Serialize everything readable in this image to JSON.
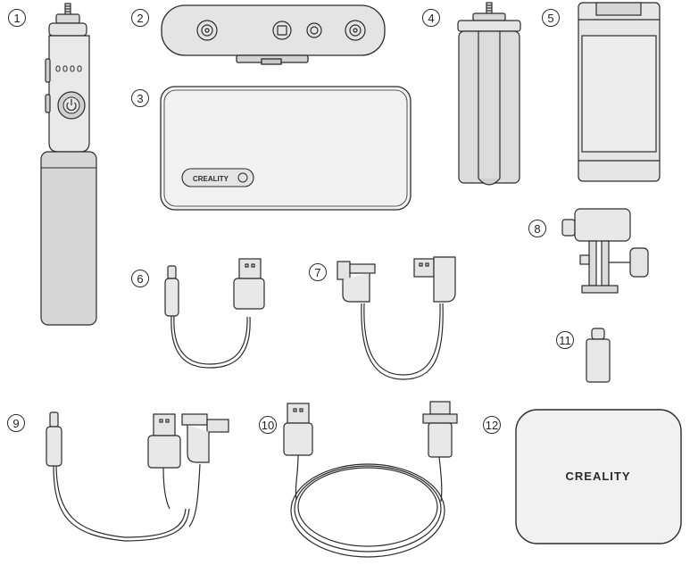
{
  "items": [
    {
      "number": "1",
      "name": "handheld grip with battery"
    },
    {
      "number": "2",
      "name": "3D scanner"
    },
    {
      "number": "3",
      "name": "battery pack"
    },
    {
      "number": "4",
      "name": "mini tripod"
    },
    {
      "number": "5",
      "name": "phone holder"
    },
    {
      "number": "6",
      "name": "USB-A to USB-C cable"
    },
    {
      "number": "7",
      "name": "right-angle USB cable"
    },
    {
      "number": "8",
      "name": "mount adapter"
    },
    {
      "number": "9",
      "name": "Y-split USB cable"
    },
    {
      "number": "10",
      "name": "long USB cable with locking connector"
    },
    {
      "number": "11",
      "name": "USB-C adapter"
    },
    {
      "number": "12",
      "name": "carrying case"
    }
  ],
  "brand": {
    "small_logo_text": "CREALITY",
    "case_logo_text": "CREALITY"
  },
  "colors": {
    "line": "#2b2b2b",
    "device_fill": "#e4e4e4",
    "device_dark": "#cfcfcf",
    "case_fill": "#f1f1f1"
  },
  "icons": {
    "power": "power-icon"
  }
}
